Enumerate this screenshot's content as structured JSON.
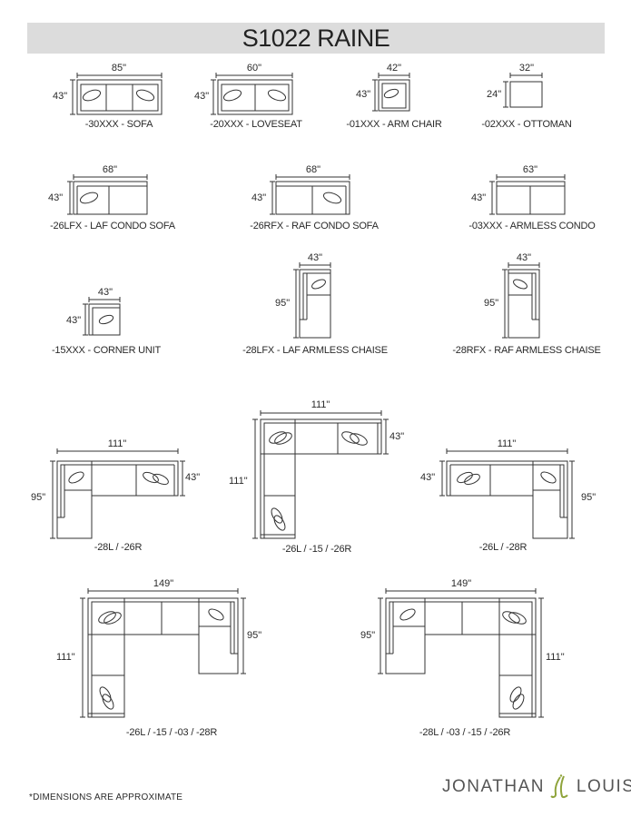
{
  "title": "S1022 RAINE",
  "footnote": "*DIMENSIONS ARE APPROXIMATE",
  "brand": {
    "left": "JONATHAN",
    "right": "LOUIS",
    "mark": "jl"
  },
  "pieces": {
    "sofa": {
      "width": "85\"",
      "depth": "43\"",
      "label": "-30XXX - SOFA"
    },
    "loveseat": {
      "width": "60\"",
      "depth": "43\"",
      "label": "-20XXX - LOVESEAT"
    },
    "armchair": {
      "width": "42\"",
      "depth": "43\"",
      "label": "-01XXX - ARM CHAIR"
    },
    "ottoman": {
      "width": "32\"",
      "depth": "24\"",
      "label": "-02XXX - OTTOMAN"
    },
    "laf_condo": {
      "width": "68\"",
      "depth": "43\"",
      "label": "-26LFX - LAF CONDO SOFA"
    },
    "raf_condo": {
      "width": "68\"",
      "depth": "43\"",
      "label": "-26RFX - RAF CONDO SOFA"
    },
    "armless_condo": {
      "width": "63\"",
      "depth": "43\"",
      "label": "-03XXX - ARMLESS CONDO"
    },
    "corner": {
      "width": "43\"",
      "depth": "43\"",
      "label": "-15XXX - CORNER UNIT"
    },
    "laf_chaise": {
      "width": "43\"",
      "depth": "95\"",
      "label": "-28LFX - LAF ARMLESS CHAISE"
    },
    "raf_chaise": {
      "width": "43\"",
      "depth": "95\"",
      "label": "-28RFX - RAF ARMLESS CHAISE"
    }
  },
  "sectionals": {
    "s1": {
      "width": "111\"",
      "depth": "43\"",
      "length": "95\"",
      "label": "-28L / -26R"
    },
    "s2": {
      "width": "111\"",
      "depth": "43\"",
      "length": "111\"",
      "label": "-26L / -15 / -26R"
    },
    "s3": {
      "width": "111\"",
      "depth": "43\"",
      "length": "95\"",
      "label": "-26L / -28R"
    },
    "s4": {
      "width": "149\"",
      "left_length": "111\"",
      "right_length": "95\"",
      "label": "-26L / -15 / -03 / -28R"
    },
    "s5": {
      "width": "149\"",
      "left_length": "95\"",
      "right_length": "111\"",
      "label": "-28L / -03 / -15 / -26R"
    }
  }
}
